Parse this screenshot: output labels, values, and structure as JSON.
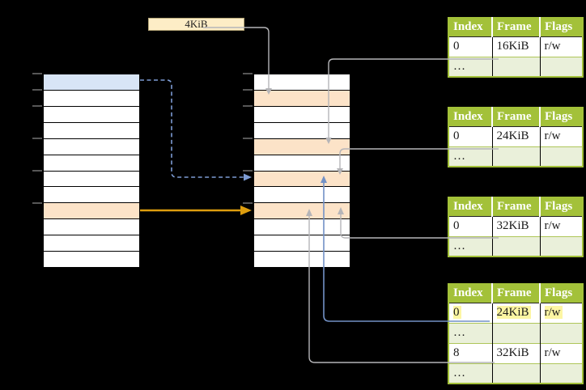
{
  "colors": {
    "background": "#000000",
    "cell_blue": "#d8e5f6",
    "cell_peach": "#fce3c8",
    "cell_white": "#ffffff",
    "box_cream": "#fdedc6",
    "box_cream_border": "#b5a678",
    "table_green": "#a3c139",
    "table_row_green": "#eaf0da",
    "table_separator_green": "#aec659",
    "highlight_yellow": "#fdf6a3",
    "line_gray": "#b5b5b8",
    "arrow_blue": "#7291c6",
    "arrow_blue_dashed": "#7d9cd4",
    "arrow_orange": "#dd9d0e",
    "tick_gray": "#909090",
    "border_black": "#000000"
  },
  "size_label": "4KiB",
  "left_column": {
    "cells": [
      "blue",
      "white",
      "white",
      "white",
      "white",
      "white",
      "white",
      "white",
      "peach",
      "white",
      "white",
      "white"
    ]
  },
  "middle_column": {
    "cells": [
      "white",
      "peach",
      "white",
      "white",
      "peach",
      "white",
      "peach",
      "white",
      "peach",
      "white",
      "white",
      "white"
    ]
  },
  "tables": [
    {
      "headers": [
        "Index",
        "Frame",
        "Flags"
      ],
      "rows": [
        {
          "index": "0",
          "frame": "16KiB",
          "flags": "r/w",
          "highlight": false
        },
        {
          "index": "…",
          "frame": "",
          "flags": ""
        }
      ]
    },
    {
      "headers": [
        "Index",
        "Frame",
        "Flags"
      ],
      "rows": [
        {
          "index": "0",
          "frame": "24KiB",
          "flags": "r/w",
          "highlight": false
        },
        {
          "index": "…",
          "frame": "",
          "flags": ""
        }
      ]
    },
    {
      "headers": [
        "Index",
        "Frame",
        "Flags"
      ],
      "rows": [
        {
          "index": "0",
          "frame": "32KiB",
          "flags": "r/w",
          "highlight": false
        },
        {
          "index": "…",
          "frame": "",
          "flags": ""
        }
      ]
    },
    {
      "headers": [
        "Index",
        "Frame",
        "Flags"
      ],
      "rows": [
        {
          "index": "0",
          "frame": "24KiB",
          "flags": "r/w",
          "highlight": true
        },
        {
          "index": "…",
          "frame": "",
          "flags": ""
        },
        {
          "index": "8",
          "frame": "32KiB",
          "flags": "r/w",
          "highlight": false
        },
        {
          "index": "…",
          "frame": "",
          "flags": ""
        }
      ]
    }
  ]
}
